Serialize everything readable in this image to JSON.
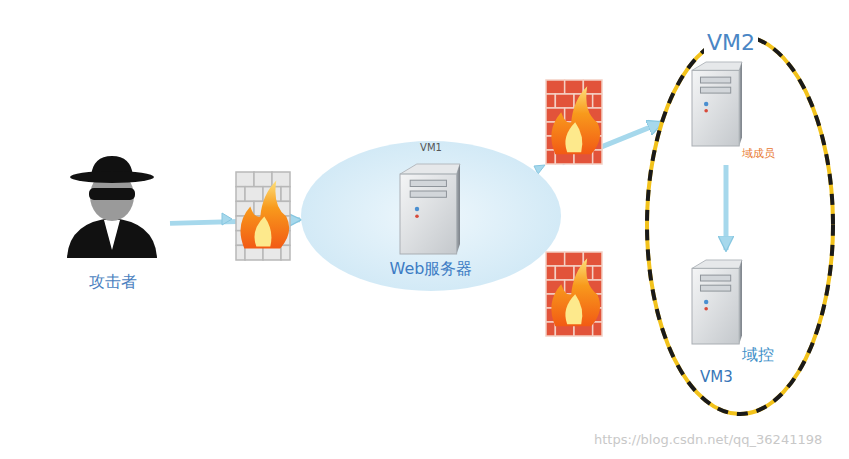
{
  "diagram": {
    "nodes": [
      {
        "text": [
          "攻击者"
        ]
      },
      {
        "text": [
          "VM1",
          "Web服务器"
        ]
      },
      {
        "text": [
          "VM2",
          "域成员"
        ]
      },
      {
        "text": [
          "域控",
          "VM3"
        ]
      }
    ],
    "edges": [
      {
        "from": 0,
        "to": 1,
        "arrow": "to"
      },
      {
        "from": 1,
        "to": 2,
        "arrow": "to"
      },
      {
        "from": 2,
        "to": 3,
        "arrow": "to"
      }
    ],
    "labels": [
      "https://blog.csdn.net/qq_36241198"
    ]
  }
}
